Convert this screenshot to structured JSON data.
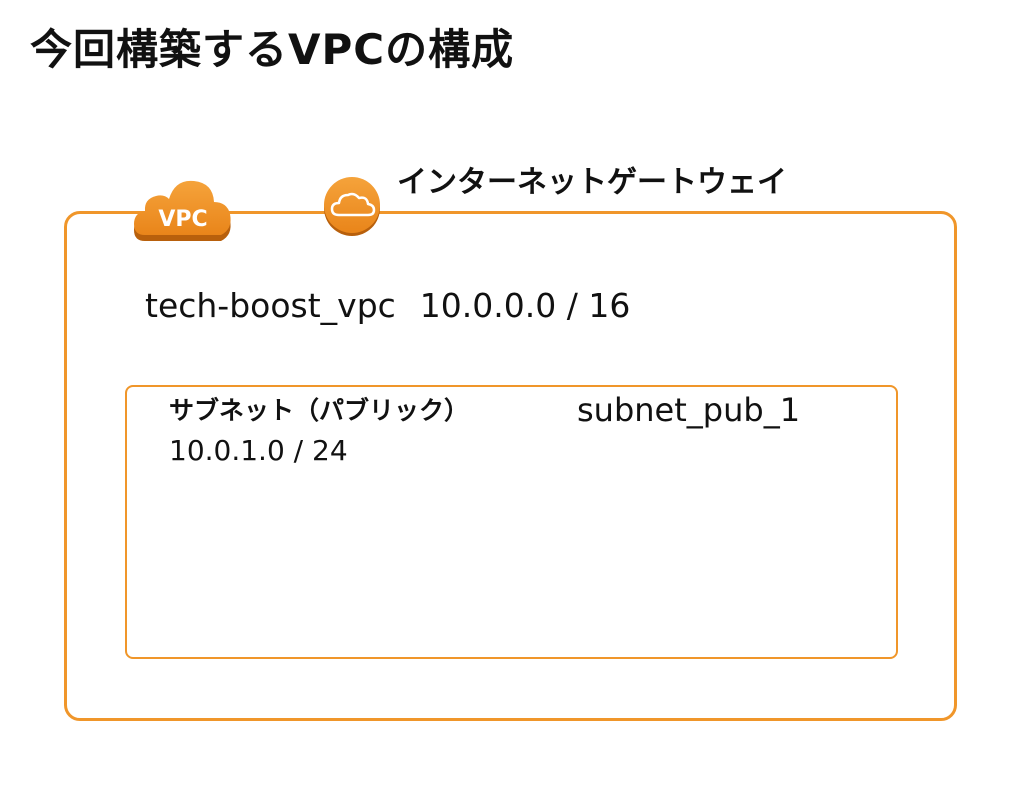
{
  "title": "今回構築するVPCの構成",
  "vpc": {
    "badge": "VPC",
    "name": "tech-boost_vpc",
    "cidr": "10.0.0.0 / 16"
  },
  "internet_gateway": {
    "label": "インターネットゲートウェイ",
    "icon": "cloud-icon"
  },
  "subnet": {
    "title": "サブネット（パブリック）",
    "name": "subnet_pub_1",
    "cidr": "10.0.1.0 / 24"
  },
  "colors": {
    "accent": "#F0962A",
    "accent_dark": "#C46A10",
    "text": "#111111"
  }
}
